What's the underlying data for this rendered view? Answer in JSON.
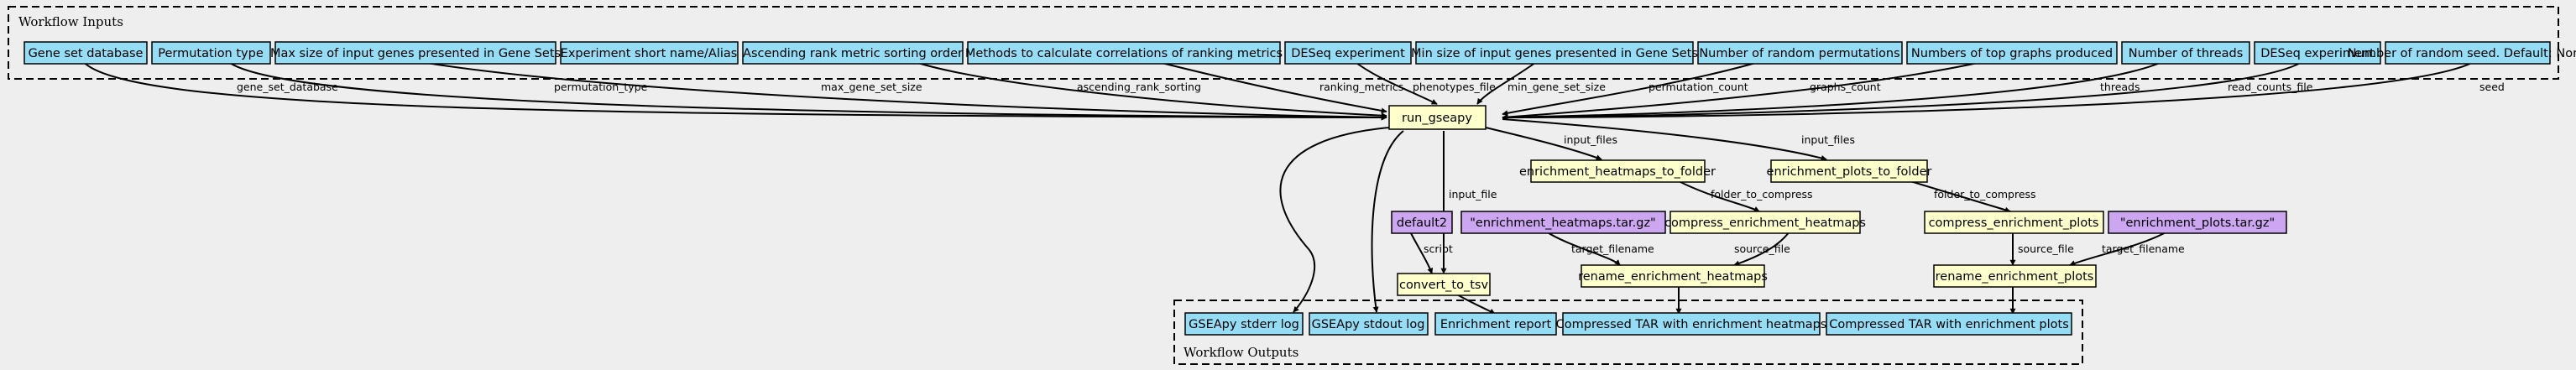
{
  "clusters": {
    "inputs": "Workflow Inputs",
    "outputs": "Workflow Outputs"
  },
  "colors": {
    "background": "#eeeeee",
    "io_node": "#94ddf4",
    "step_node": "#ffffcc",
    "constant_node": "#cca6f0",
    "stroke": "#000000"
  },
  "inputs": [
    "Gene set database",
    "Permutation type",
    "Max size of input genes presented in Gene Sets",
    "Experiment short name/Alias",
    "Ascending rank metric sorting order",
    "Methods to calculate correlations of ranking metrics",
    "DESeq experiment",
    "Min size of input genes presented in Gene Sets",
    "Number of random permutations",
    "Numbers of top graphs produced",
    "Number of threads",
    "DESeq experiment",
    "Number of random seed. Default: None"
  ],
  "input_edge_labels": [
    "gene_set_database",
    "permutation_type",
    "max_gene_set_size",
    "ascending_rank_sorting",
    "ranking_metrics",
    "phenotypes_file",
    "min_gene_set_size",
    "permutation_count",
    "graphs_count",
    "threads",
    "read_counts_file",
    "seed"
  ],
  "steps": {
    "run_gseapy": "run_gseapy",
    "heatmaps_to_folder": "enrichment_heatmaps_to_folder",
    "plots_to_folder": "enrichment_plots_to_folder",
    "compress_heatmaps": "compress_enrichment_heatmaps",
    "compress_plots": "compress_enrichment_plots",
    "rename_heatmaps": "rename_enrichment_heatmaps",
    "rename_plots": "rename_enrichment_plots",
    "convert_to_tsv": "convert_to_tsv"
  },
  "constants": {
    "default2": "default2",
    "heatmaps_tar": "\"enrichment_heatmaps.tar.gz\"",
    "plots_tar": "\"enrichment_plots.tar.gz\""
  },
  "edge_labels": {
    "input_files_1": "input_files",
    "input_files_2": "input_files",
    "input_file": "input_file",
    "folder_to_compress_1": "folder_to_compress",
    "folder_to_compress_2": "folder_to_compress",
    "script": "script",
    "target_filename_1": "target_filename",
    "source_file_1": "source_file",
    "source_file_2": "source_file",
    "target_filename_2": "target_filename"
  },
  "outputs": [
    "GSEApy stderr log",
    "GSEApy stdout log",
    "Enrichment report",
    "Compressed TAR with enrichment heatmaps",
    "Compressed TAR with enrichment plots"
  ]
}
